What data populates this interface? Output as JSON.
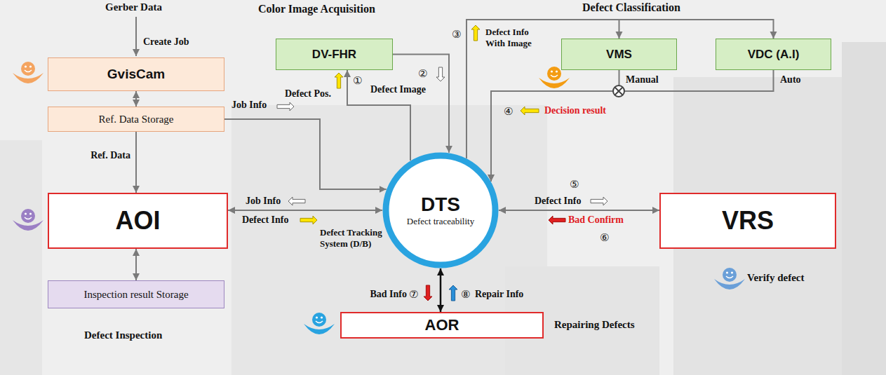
{
  "diagram": {
    "nodes": [
      {
        "text": [
          "GvisCam"
        ]
      },
      {
        "text": [
          "Ref. Data Storage"
        ]
      },
      {
        "text": [
          "AOI"
        ]
      },
      {
        "text": [
          "Inspection result Storage"
        ]
      },
      {
        "text": [
          "DV-FHR"
        ]
      },
      {
        "text": [
          "VMS"
        ]
      },
      {
        "text": [
          "VDC (A.I)"
        ]
      },
      {
        "text": [
          "DTS",
          "Defect traceability"
        ]
      },
      {
        "text": [
          "VRS"
        ]
      },
      {
        "text": [
          "AOR"
        ]
      }
    ],
    "edges": [
      {
        "from": 0,
        "to": 1,
        "arrow": "both"
      },
      {
        "from": 1,
        "to": 2,
        "arrow": "to",
        "label": "Ref. Data"
      },
      {
        "from": 1,
        "to": 7,
        "arrow": "to",
        "label": "Job Info"
      },
      {
        "from": 7,
        "to": 4,
        "arrow": "to",
        "label": "Defect Pos."
      },
      {
        "from": 4,
        "to": 7,
        "arrow": "to",
        "label": "Defect Image"
      },
      {
        "from": 7,
        "to": 5,
        "arrow": "to",
        "label": "Defect Info With Image"
      },
      {
        "from": 7,
        "to": 6,
        "arrow": "to"
      },
      {
        "from": 5,
        "to": 7,
        "arrow": "to",
        "label": "Decision result"
      },
      {
        "from": 6,
        "to": 7,
        "arrow": "to"
      },
      {
        "from": 2,
        "to": 7,
        "arrow": "both",
        "label": "Job Info"
      },
      {
        "from": 7,
        "to": 8,
        "arrow": "both",
        "label": "Defect Info"
      },
      {
        "from": 7,
        "to": 9,
        "arrow": "both",
        "label": "Bad Info"
      },
      {
        "from": 2,
        "to": 3,
        "arrow": "both"
      }
    ],
    "labels": [
      "Gerber Data",
      "Create Job",
      "Color Image Acquisition",
      "①",
      "②",
      "Defect Classification",
      "③",
      "Manual",
      "Auto",
      "④",
      "Defect Info",
      "Defect Tracking System (D/B)",
      "⑤",
      "Bad Confirm",
      "⑥",
      "Verify defect",
      "Defect Inspection",
      "⑦",
      "⑧",
      "Repair Info",
      "Repairing Defects"
    ]
  }
}
